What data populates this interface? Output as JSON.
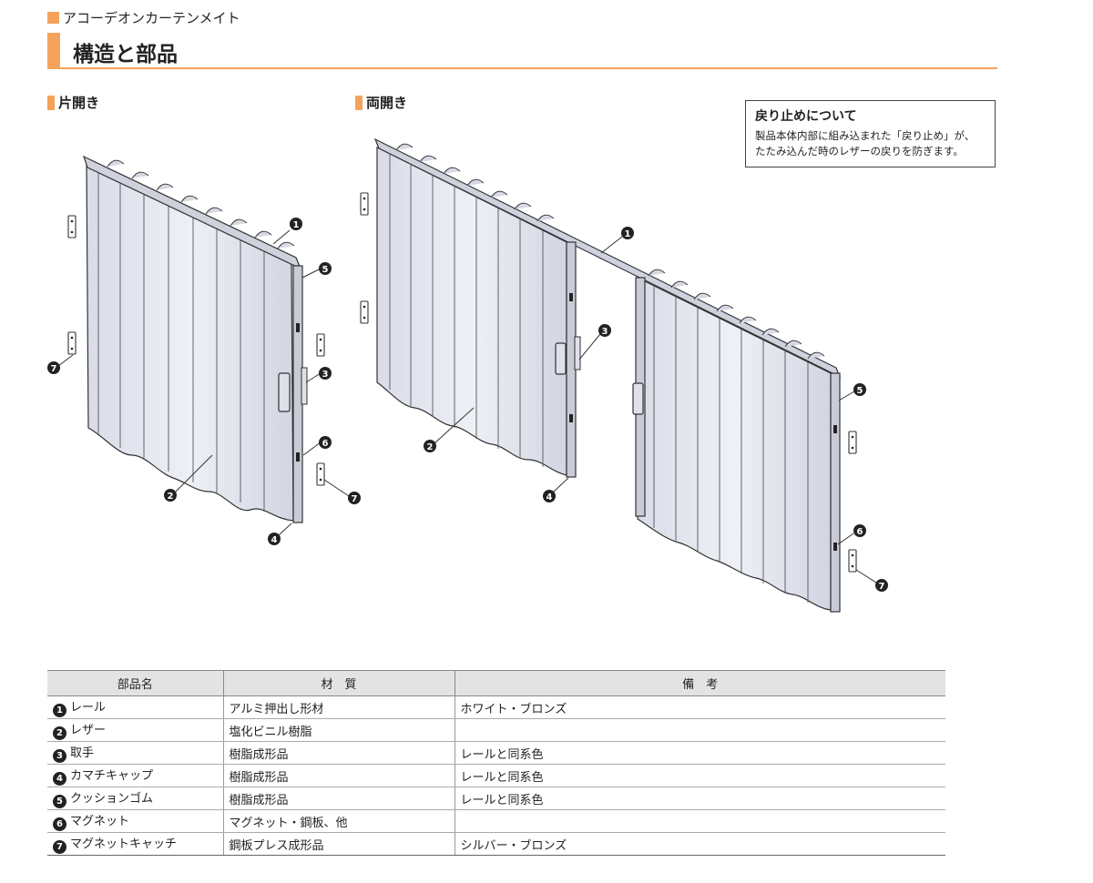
{
  "header": {
    "product": "アコーデオンカーテンメイト",
    "section_title": "構造と部品"
  },
  "diagrams": {
    "single_label": "片開き",
    "double_label": "両開き"
  },
  "note": {
    "title": "戻り止めについて",
    "line1": "製品本体内部に組み込まれた「戻り止め」が、",
    "line2": "たたみ込んだ時のレザーの戻りを防ぎます。"
  },
  "callout_numbers": [
    "1",
    "2",
    "3",
    "4",
    "5",
    "6",
    "7"
  ],
  "table": {
    "headers": [
      "部品名",
      "材　質",
      "備　考"
    ],
    "rows": [
      {
        "num": "1",
        "name": "レール",
        "material": "アルミ押出し形材",
        "note": "ホワイト・ブロンズ"
      },
      {
        "num": "2",
        "name": "レザー",
        "material": "塩化ビニル樹脂",
        "note": ""
      },
      {
        "num": "3",
        "name": "取手",
        "material": "樹脂成形品",
        "note": "レールと同系色"
      },
      {
        "num": "4",
        "name": "カマチキャップ",
        "material": "樹脂成形品",
        "note": "レールと同系色"
      },
      {
        "num": "5",
        "name": "クッションゴム",
        "material": "樹脂成形品",
        "note": "レールと同系色"
      },
      {
        "num": "6",
        "name": "マグネット",
        "material": "マグネット・鋼板、他",
        "note": ""
      },
      {
        "num": "7",
        "name": "マグネットキャッチ",
        "material": "鋼板プレス成形品",
        "note": "シルバー・ブロンズ"
      }
    ]
  },
  "colors": {
    "accent": "#f5a35c",
    "panel": "#e8eaf2",
    "line": "#333333"
  }
}
